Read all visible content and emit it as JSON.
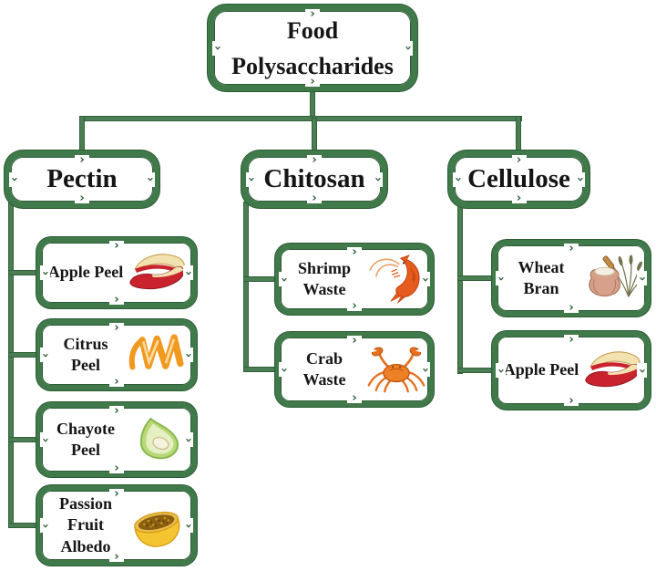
{
  "diagram": {
    "decor": {
      "notch_glyph": "›"
    },
    "root": {
      "label": "Food Polysaccharides"
    },
    "branches": [
      {
        "label": "Pectin",
        "children": [
          {
            "label": "Apple Peel",
            "icon": "apple-peel-icon"
          },
          {
            "label": "Citrus Peel",
            "icon": "citrus-peel-icon"
          },
          {
            "label": "Chayote Peel",
            "icon": "chayote-peel-icon"
          },
          {
            "label": "Passion Fruit Albedo",
            "icon": "passion-fruit-albedo-icon"
          }
        ]
      },
      {
        "label": "Chitosan",
        "children": [
          {
            "label": "Shrimp Waste",
            "icon": "shrimp-icon"
          },
          {
            "label": "Crab Waste",
            "icon": "crab-icon"
          }
        ]
      },
      {
        "label": "Cellulose",
        "children": [
          {
            "label": "Wheat Bran",
            "icon": "wheat-bran-icon"
          },
          {
            "label": "Apple Peel",
            "icon": "apple-peel-icon"
          }
        ]
      }
    ],
    "colors": {
      "box_border": "#40794a",
      "box_edge": "#2d5c35",
      "connector": "#4b7e53",
      "connector_edge": "#31603a",
      "text": "#151515",
      "background": "#ffffff"
    }
  }
}
